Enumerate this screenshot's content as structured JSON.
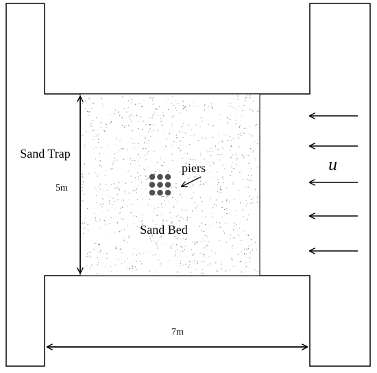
{
  "labels": {
    "sand_trap": "Sand Trap",
    "height_dim": "5m",
    "piers": "piers",
    "sand_bed": "Sand Bed",
    "width_dim": "7m",
    "flow_symbol": "u"
  },
  "piers": {
    "rows": 3,
    "cols": 3,
    "color": "#505050"
  },
  "flow_arrows": {
    "count": 5,
    "direction": "left"
  },
  "colors": {
    "stroke": "#000000",
    "sand_dot": "#8a8a8a",
    "background": "#ffffff"
  }
}
